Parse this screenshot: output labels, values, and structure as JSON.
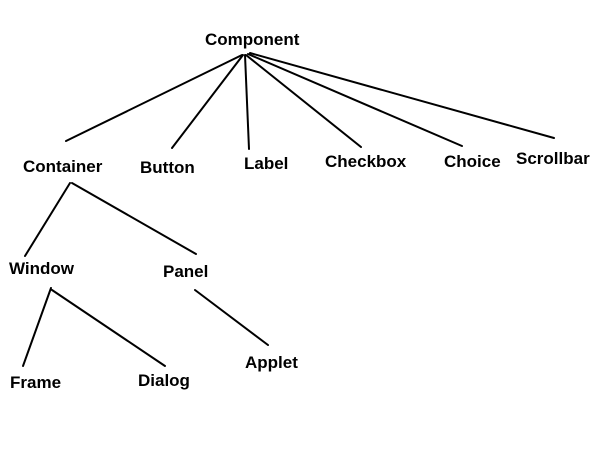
{
  "diagram": {
    "nodes": {
      "component": "Component",
      "container": "Container",
      "button": "Button",
      "label": "Label",
      "checkbox": "Checkbox",
      "choice": "Choice",
      "scrollbar": "Scrollbar",
      "window": "Window",
      "panel": "Panel",
      "frame": "Frame",
      "dialog": "Dialog",
      "applet": "Applet"
    },
    "edges": [
      [
        "component",
        "container"
      ],
      [
        "component",
        "button"
      ],
      [
        "component",
        "label"
      ],
      [
        "component",
        "checkbox"
      ],
      [
        "component",
        "choice"
      ],
      [
        "component",
        "scrollbar"
      ],
      [
        "container",
        "window"
      ],
      [
        "container",
        "panel"
      ],
      [
        "window",
        "frame"
      ],
      [
        "window",
        "dialog"
      ],
      [
        "panel",
        "applet"
      ]
    ]
  }
}
